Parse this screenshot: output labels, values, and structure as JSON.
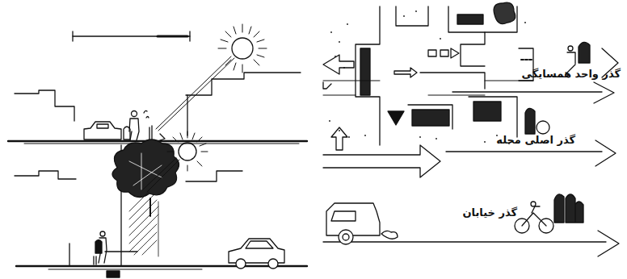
{
  "diagram": {
    "labels": [
      "گذر واحد همسایگی",
      "گذر اصلی محله",
      "گذر خیابان"
    ]
  }
}
